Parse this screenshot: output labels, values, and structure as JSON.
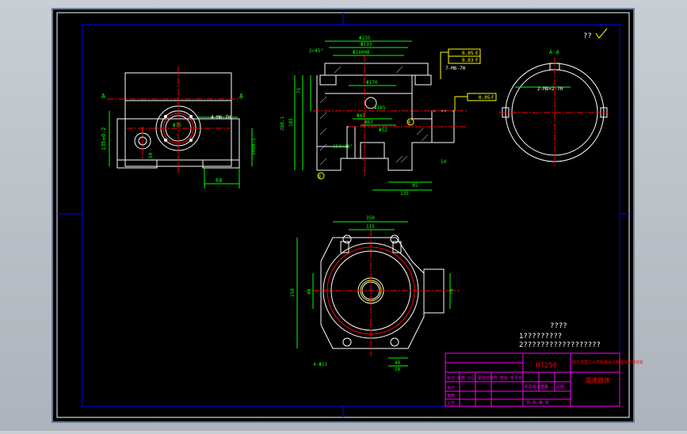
{
  "colors": {
    "background": "#000000",
    "frame": "#ffffff",
    "border": "#0000ff",
    "outline": "#ffffff",
    "center_line": "#ff0000",
    "dimension": "#00ff00",
    "annotation": "#ffff00",
    "title_block": "#ff00ff",
    "hidden": "#00ffff"
  },
  "sheet": {
    "roughness_mark": "??",
    "notes_title": "????",
    "note_1": "1?????????",
    "note_2": "2??????????????????"
  },
  "views": {
    "side": {
      "section_label_left": "A",
      "section_label_right": "A",
      "dim_height": "135±0.2",
      "dim_width": "68",
      "dim_hole": "4-M6-7H",
      "dim_small": "50",
      "dim_r": "50±0.1",
      "dim_bore": "Φ75"
    },
    "section": {
      "dim_d1": "Φ235",
      "dim_d2": "Φ193",
      "dim_d3": "Φ180H8",
      "dim_d4": "Φ170",
      "dim_d5": "Φ185",
      "dim_d6": "Φ47",
      "dim_d7": "Φ62",
      "dim_d8": "Φ52",
      "dim_chamfer": "2×45°",
      "dim_chamfer2": "150×45°",
      "dim_height": "280.1",
      "dim_h2": "185",
      "dim_h3": "75",
      "dim_w1": "85",
      "dim_w2": "135",
      "dim_w3": "14",
      "dim_tap": "7-M6-7H",
      "tol_1": "0.05",
      "tol_1_ref": "E",
      "tol_2": "0.03",
      "tol_2_ref": "F",
      "tol_3": "0.05",
      "tol_3_ref": "F",
      "datum_e": "E",
      "datum_f": "F"
    },
    "aa": {
      "label": "A-A",
      "dim_tap": "2-M8×2-7H"
    },
    "plan": {
      "dim_w1": "350",
      "dim_w2": "115",
      "dim_h1": "250",
      "dim_h2": "40",
      "dim_h3": "70",
      "dim_holes": "4-Φ11",
      "dim_b1": "40",
      "dim_b2": "28"
    }
  },
  "title_block": {
    "material": "HT250",
    "company": "哈尔滨理工大学机械设计制造及其自动化",
    "part_name": "减速器体",
    "rows": [
      "标记 处数 分区 更改文件号 签名 年月日",
      "设计",
      "审核",
      "工艺"
    ],
    "stage": "阶段标记",
    "weight": "重量",
    "scale": "比例",
    "sheet": "共 张 第 张"
  }
}
